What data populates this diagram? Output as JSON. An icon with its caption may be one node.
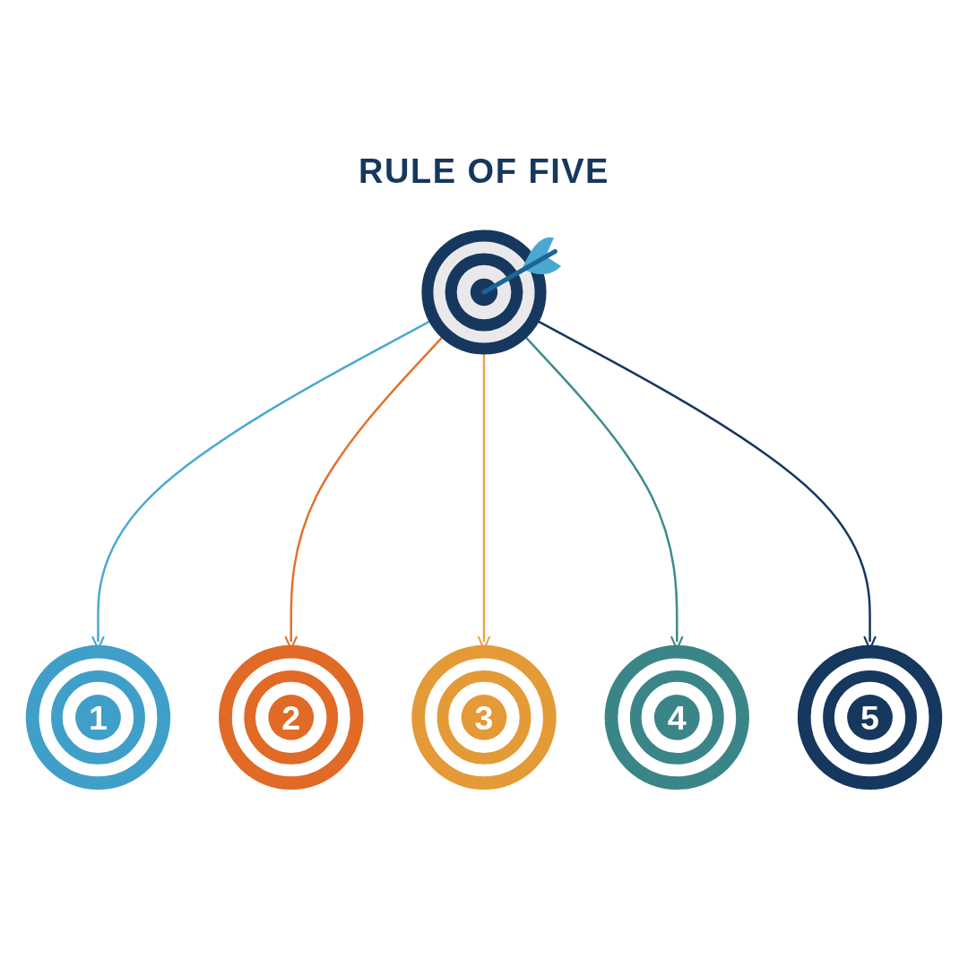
{
  "diagram": {
    "title": "RULE OF FIVE",
    "nodes": [
      {
        "text": [],
        "shape": "picture"
      },
      {
        "text": [
          "1"
        ]
      },
      {
        "text": [
          "2"
        ]
      },
      {
        "text": [
          "3"
        ]
      },
      {
        "text": [
          "4"
        ]
      },
      {
        "text": [
          "5"
        ]
      }
    ],
    "edges": [
      {
        "from": 0,
        "to": 1,
        "arrow": "to",
        "color": "#4ba9d1"
      },
      {
        "from": 0,
        "to": 2,
        "arrow": "to",
        "color": "#e2722f"
      },
      {
        "from": 0,
        "to": 3,
        "arrow": "to",
        "color": "#eaa64b"
      },
      {
        "from": 0,
        "to": 4,
        "arrow": "to",
        "color": "#3e8b8d"
      },
      {
        "from": 0,
        "to": 5,
        "arrow": "to",
        "color": "#16375e"
      }
    ]
  }
}
